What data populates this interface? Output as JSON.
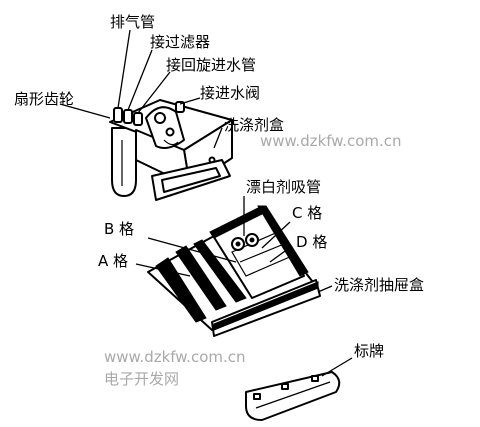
{
  "colors": {
    "ink": "#000000",
    "watermark": "#a9a9a9",
    "background": "#ffffff"
  },
  "labels": {
    "exhaust_pipe": "排气管",
    "to_filter": "接过滤器",
    "to_return_pipe": "接回旋进水管",
    "fan_gear": "扇形齿轮",
    "to_inlet_valve": "接进水阀",
    "detergent_box": "洗涤剂盒",
    "bleach_pipe": "漂白剂吸管",
    "compartment_b": "B 格",
    "compartment_c": "C 格",
    "compartment_d": "D 格",
    "compartment_a": "A 格",
    "drawer_box": "洗涤剂抽屉盒",
    "nameplate": "标牌"
  },
  "watermarks": {
    "url_top": "www.dzkfw.com.cn",
    "url_bottom": "www.dzkfw.com.cn",
    "site_name": "电子开发网"
  }
}
